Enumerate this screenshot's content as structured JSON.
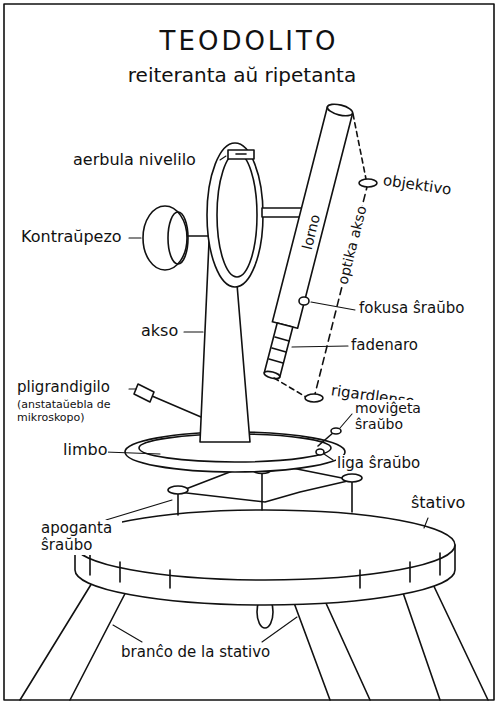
{
  "diagram": {
    "title": "TEODOLITO",
    "labels": [
      "reiteranta aŭ ripetanta",
      "aerbula nivelilo",
      "Kontraŭpezo",
      "objektivo",
      "lorno",
      "optika akso",
      "fokusa ŝraŭbo",
      "akso",
      "fadenaro",
      "pligrandigilo",
      "(anstataŭebla de mikroskopo)",
      "rigardlenso",
      "moviĝeta ŝraŭbo",
      "limbo",
      "liga ŝraŭbo",
      "apoganta ŝraŭbo",
      "ŝtativo",
      "branĉo de la stativo"
    ]
  }
}
